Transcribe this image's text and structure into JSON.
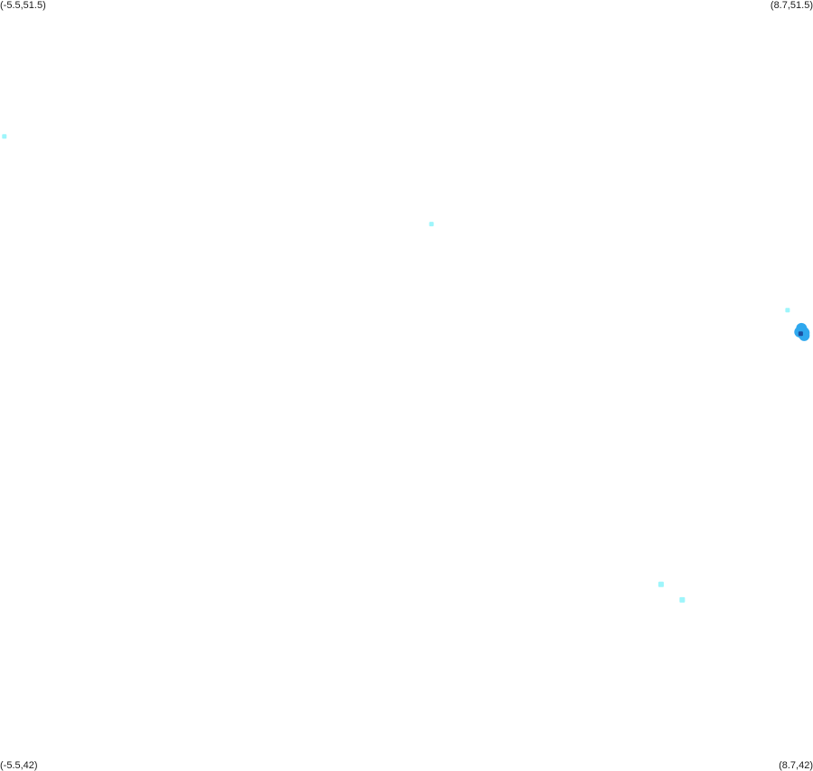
{
  "bounds": {
    "top_left_label": "(-5.5,51.5)",
    "top_right_label": "(8.7,51.5)",
    "bottom_left_label": "(-5.5,42)",
    "bottom_right_label": "(8.7,42)",
    "lon_min": -5.5,
    "lon_max": 8.7,
    "lat_min": 42,
    "lat_max": 51.5
  },
  "colors": {
    "low": "#9ef5fb",
    "mid": "#2fa8ee",
    "high": "#1b4fa0"
  },
  "points": [
    {
      "lon": -5.44,
      "lat": 49.83,
      "level": "low",
      "size": "small"
    },
    {
      "lon": 2.02,
      "lat": 48.75,
      "level": "low",
      "size": "small"
    },
    {
      "lon": 8.24,
      "lat": 47.69,
      "level": "low",
      "size": "small"
    },
    {
      "lon": 6.03,
      "lat": 44.31,
      "level": "low",
      "size": "medium"
    },
    {
      "lon": 6.4,
      "lat": 44.12,
      "level": "low",
      "size": "medium"
    },
    {
      "lon": 8.5,
      "lat": 47.42,
      "level": "mid",
      "size": "large"
    },
    {
      "lon": 8.47,
      "lat": 47.4,
      "level": "high",
      "size": "small"
    }
  ]
}
